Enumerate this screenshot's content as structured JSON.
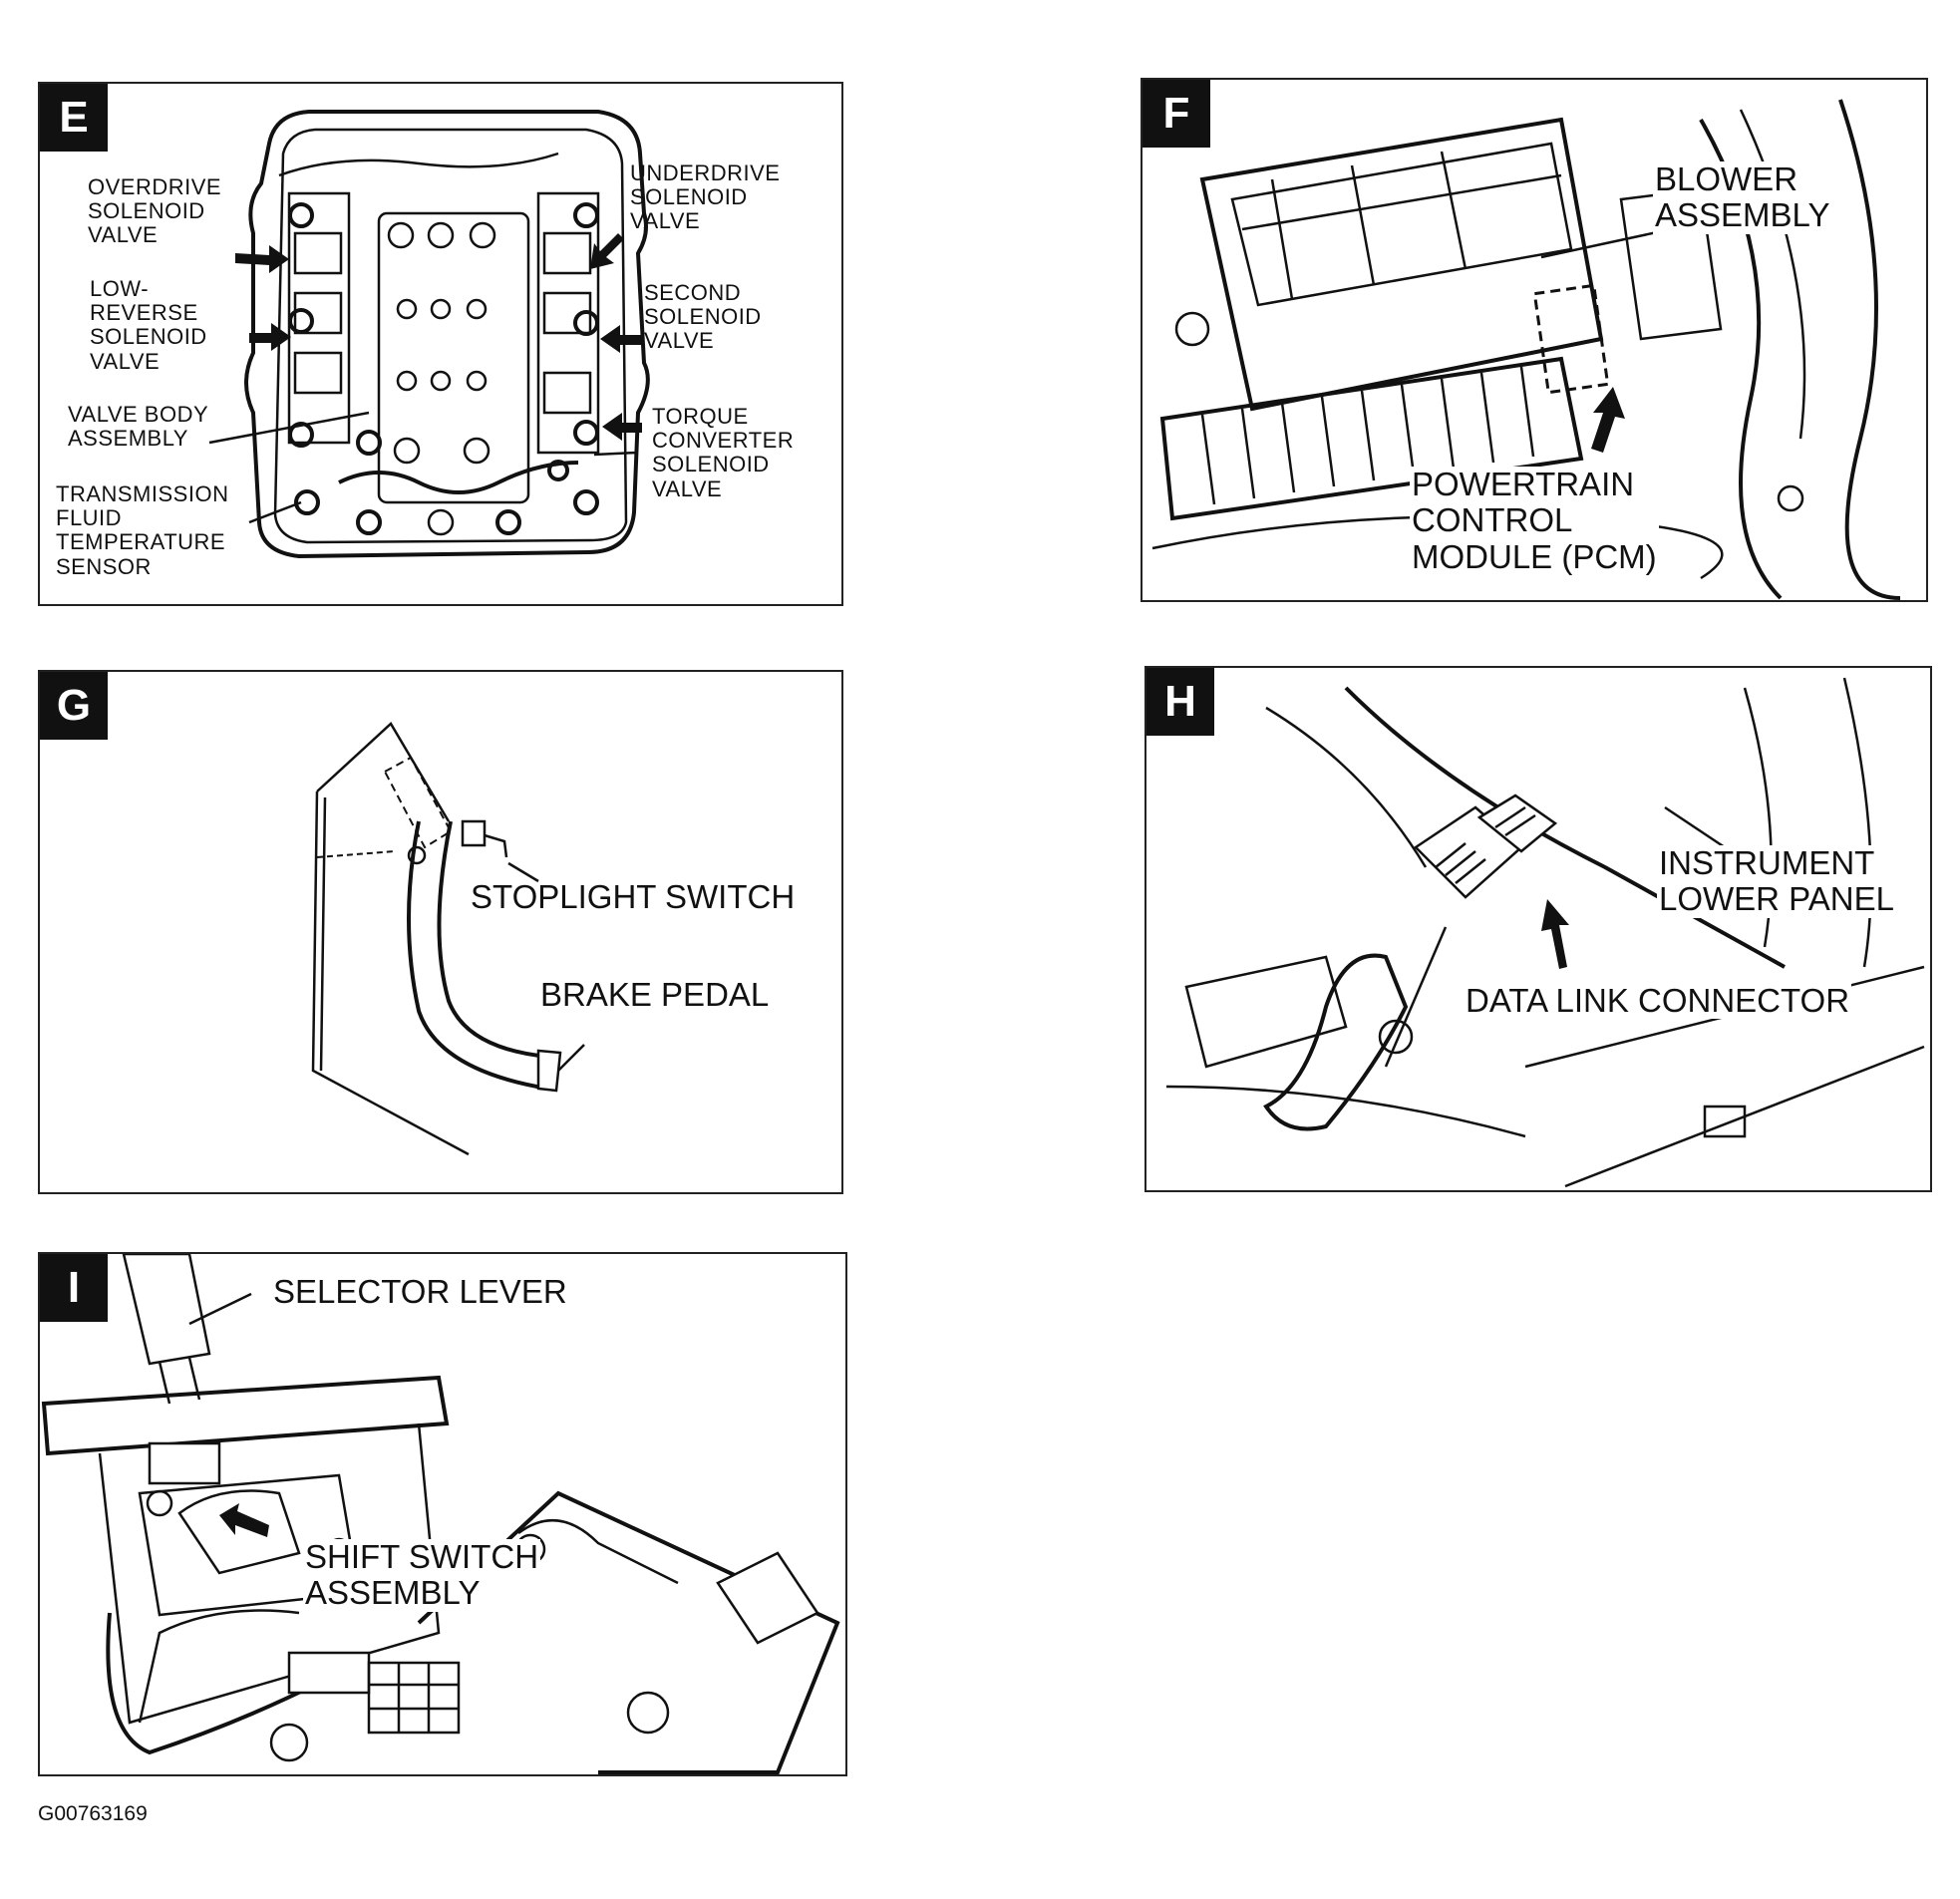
{
  "figure_id": "G00763169",
  "panels": {
    "E": {
      "tag": "E",
      "labels": {
        "overdrive": [
          "OVERDRIVE",
          "SOLENOID",
          "VALVE"
        ],
        "low_reverse": [
          "LOW-",
          "REVERSE",
          "SOLENOID",
          "VALVE"
        ],
        "valve_body": [
          "VALVE BODY",
          "ASSEMBLY"
        ],
        "tfts": [
          "TRANSMISSION",
          "FLUID",
          "TEMPERATURE",
          "SENSOR"
        ],
        "underdrive": [
          "UNDERDRIVE",
          "SOLENOID",
          "VALVE"
        ],
        "second": [
          "SECOND",
          "SOLENOID",
          "VALVE"
        ],
        "torque": [
          "TORQUE",
          "CONVERTER",
          "SOLENOID",
          "VALVE"
        ]
      }
    },
    "F": {
      "tag": "F",
      "labels": {
        "blower": [
          "BLOWER",
          "ASSEMBLY"
        ],
        "pcm": [
          "POWERTRAIN",
          "CONTROL",
          "MODULE (PCM)"
        ]
      }
    },
    "G": {
      "tag": "G",
      "labels": {
        "stoplight": "STOPLIGHT SWITCH",
        "brake": "BRAKE PEDAL"
      }
    },
    "H": {
      "tag": "H",
      "labels": {
        "instrument": [
          "INSTRUMENT",
          "LOWER PANEL"
        ],
        "dlc": "DATA LINK CONNECTOR"
      }
    },
    "I": {
      "tag": "I",
      "labels": {
        "selector": "SELECTOR LEVER",
        "shift": [
          "SHIFT SWITCH",
          "ASSEMBLY"
        ]
      }
    }
  }
}
